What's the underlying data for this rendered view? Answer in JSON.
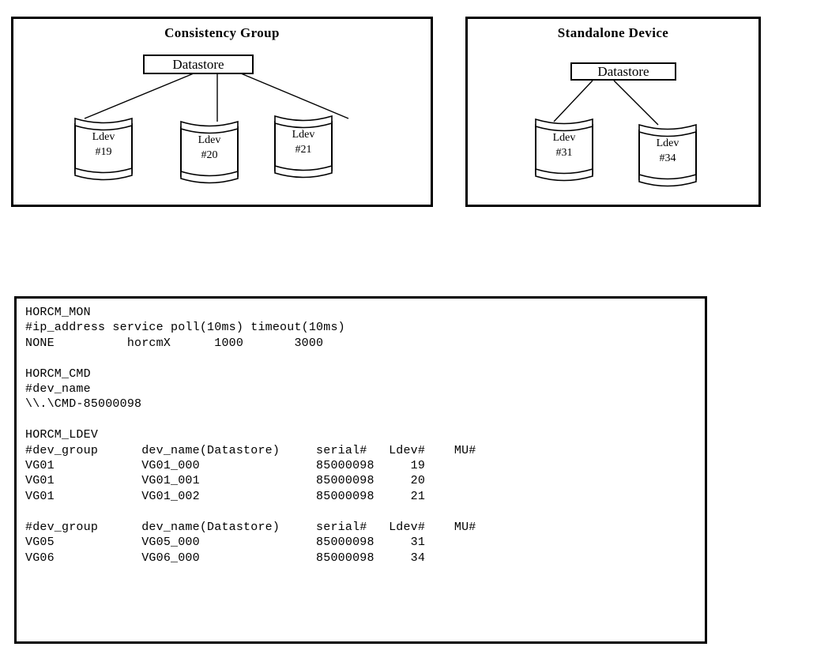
{
  "diagrams": [
    {
      "id": "consistency-group",
      "title": "Consistency Group",
      "datastore_label": "Datastore",
      "devices": [
        {
          "name": "Ldev",
          "number": "#19"
        },
        {
          "name": "Ldev",
          "number": "#20"
        },
        {
          "name": "Ldev",
          "number": "#21"
        }
      ]
    },
    {
      "id": "standalone-device",
      "title": "Standalone Device",
      "datastore_label": "Datastore",
      "devices": [
        {
          "name": "Ldev",
          "number": "#31"
        },
        {
          "name": "Ldev",
          "number": "#34"
        }
      ]
    }
  ],
  "config": {
    "text": "HORCM_MON\n#ip_address service poll(10ms) timeout(10ms)\nNONE          horcmX      1000       3000\n\nHORCM_CMD\n#dev_name\n\\\\.\\CMD-85000098\n\nHORCM_LDEV\n#dev_group      dev_name(Datastore)     serial#   Ldev#    MU#\nVG01            VG01_000                85000098     19\nVG01            VG01_001                85000098     20\nVG01            VG01_002                85000098     21\n\n#dev_group      dev_name(Datastore)     serial#   Ldev#    MU#\nVG05            VG05_000                85000098     31\nVG06            VG06_000                85000098     34",
    "sections": [
      {
        "name": "HORCM_MON",
        "headers": [
          "#ip_address",
          "service",
          "poll(10ms)",
          "timeout(10ms)"
        ],
        "rows": [
          [
            "NONE",
            "horcmX",
            "1000",
            "3000"
          ]
        ]
      },
      {
        "name": "HORCM_CMD",
        "headers": [
          "#dev_name"
        ],
        "rows": [
          [
            "\\\\.\\CMD-85000098"
          ]
        ]
      },
      {
        "name": "HORCM_LDEV",
        "tables": [
          {
            "headers": [
              "#dev_group",
              "dev_name(Datastore)",
              "serial#",
              "Ldev#",
              "MU#"
            ],
            "rows": [
              [
                "VG01",
                "VG01_000",
                "85000098",
                "19",
                ""
              ],
              [
                "VG01",
                "VG01_001",
                "85000098",
                "20",
                ""
              ],
              [
                "VG01",
                "VG01_002",
                "85000098",
                "21",
                ""
              ]
            ]
          },
          {
            "headers": [
              "#dev_group",
              "dev_name(Datastore)",
              "serial#",
              "Ldev#",
              "MU#"
            ],
            "rows": [
              [
                "VG05",
                "VG05_000",
                "85000098",
                "31",
                ""
              ],
              [
                "VG06",
                "VG06_000",
                "85000098",
                "34",
                ""
              ]
            ]
          }
        ]
      }
    ]
  },
  "colors": {
    "stroke": "#000000",
    "background": "#ffffff"
  }
}
